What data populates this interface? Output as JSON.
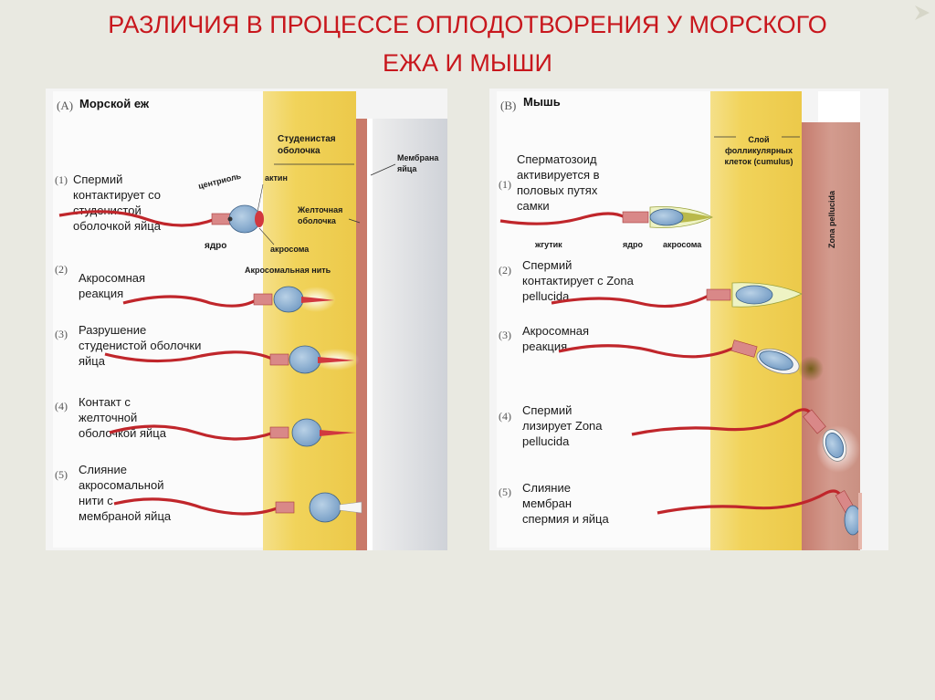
{
  "title": {
    "line1": "РАЗЛИЧИЯ В ПРОЦЕССЕ ОПЛОДОТВОРЕНИЯ У МОРСКОГО",
    "line2": "ЕЖА И МЫШИ"
  },
  "panel_a": {
    "letter": "(A)",
    "name": "Морской еж",
    "labels": {
      "jelly_coat": [
        "Студенистая",
        "оболочка"
      ],
      "egg_membrane": [
        "Мембрана",
        "яйца"
      ],
      "vitelline": [
        "Желточная",
        "оболочка"
      ],
      "centriole": "центриоль",
      "actin": "актин",
      "nucleus": "ядро",
      "acrosome": "акросома",
      "acrosomal_filament": "Акросомальная нить"
    },
    "steps": [
      {
        "num": "(1)",
        "lines": [
          "Спермий",
          "контактирует со",
          "студенистой",
          "оболочкой яйца"
        ]
      },
      {
        "num": "(2)",
        "lines": [
          "Акросомная",
          "реакция"
        ]
      },
      {
        "num": "(3)",
        "lines": [
          "Разрушение",
          "студенистой оболочки",
          "яйца"
        ]
      },
      {
        "num": "(4)",
        "lines": [
          "Контакт с",
          "желточной",
          "оболочкой яйца"
        ]
      },
      {
        "num": "(5)",
        "lines": [
          "Слияние",
          "акросомальной",
          "нити с",
          "мембраной яйца"
        ]
      }
    ]
  },
  "panel_b": {
    "letter": "(B)",
    "name": "Мышь",
    "labels": {
      "follicle_layer": [
        "Слой",
        "фолликулярных",
        "клеток (cumulus)"
      ],
      "zona": "Zona pellucida",
      "flagellum": "жгутик",
      "nucleus": "ядро",
      "acrosome": "акросома"
    },
    "steps": [
      {
        "num": "(1)",
        "lines": [
          "Сперматозоид",
          "активируется в",
          "половых путях",
          "самки"
        ]
      },
      {
        "num": "(2)",
        "lines": [
          "Спермий",
          "контактирует с Zona",
          "pellucida"
        ]
      },
      {
        "num": "(3)",
        "lines": [
          "Акросомная",
          "реакция"
        ]
      },
      {
        "num": "(4)",
        "lines": [
          "Спермий",
          "лизирует Zona",
          "pellucida"
        ]
      },
      {
        "num": "(5)",
        "lines": [
          "Слияние",
          "мембран",
          "спермия и яйца"
        ]
      }
    ]
  },
  "colors": {
    "title": "#c8171d",
    "jelly": "#f1d35a",
    "zona": "#c98d80",
    "tail": "#c0262b",
    "head": "#8fb3d4"
  }
}
